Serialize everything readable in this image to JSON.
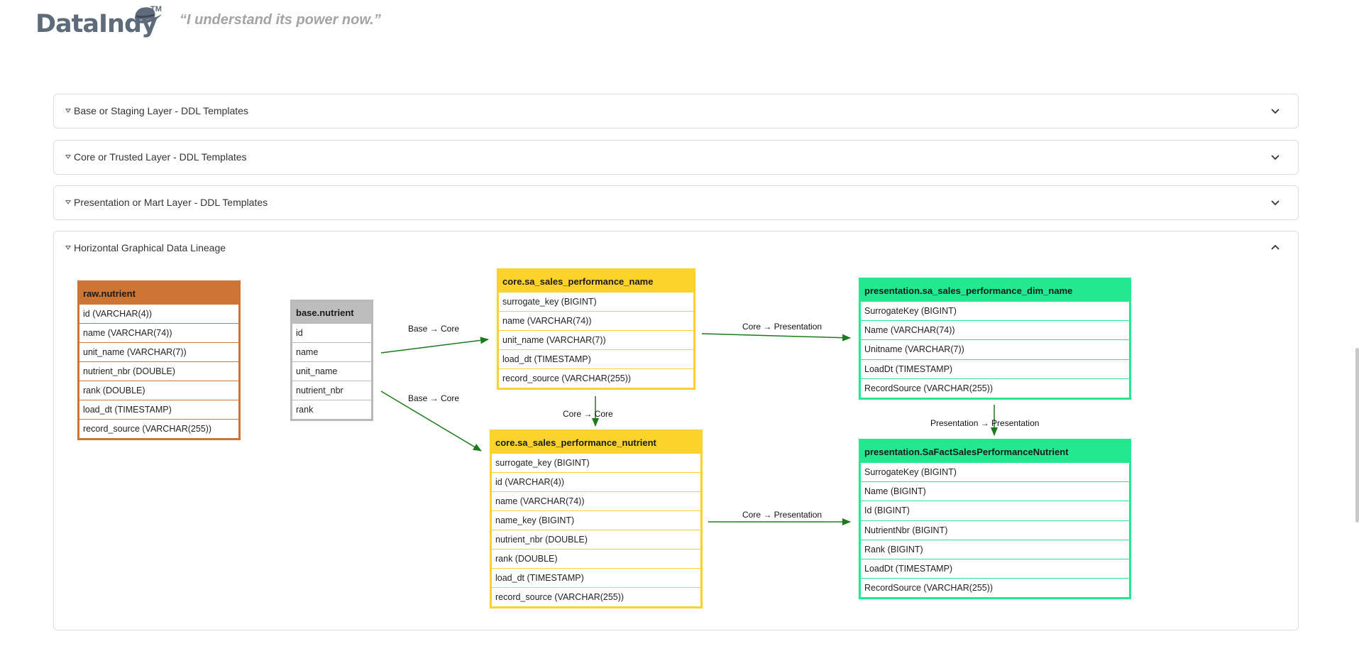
{
  "brand": {
    "logo_text": "DataIndy",
    "trademark": "TM",
    "tagline": "“I understand its power now.”"
  },
  "accordions": [
    {
      "title": "Base or Staging Layer - DDL Templates",
      "expanded": false
    },
    {
      "title": "Core or Trusted Layer - DDL Templates",
      "expanded": false
    },
    {
      "title": "Presentation or Mart Layer - DDL Templates",
      "expanded": false
    },
    {
      "title": "Horizontal Graphical Data Lineage",
      "expanded": true
    }
  ],
  "lineage": {
    "tables": {
      "raw": {
        "name": "raw.nutrient",
        "color": "#cc7535",
        "columns": [
          "id (VARCHAR(4))",
          "name (VARCHAR(74))",
          "unit_name (VARCHAR(7))",
          "nutrient_nbr (DOUBLE)",
          "rank (DOUBLE)",
          "load_dt (TIMESTAMP)",
          "record_source (VARCHAR(255))"
        ]
      },
      "base": {
        "name": "base.nutrient",
        "color": "#bdbdbd",
        "columns": [
          "id",
          "name",
          "unit_name",
          "nutrient_nbr",
          "rank"
        ]
      },
      "core_name": {
        "name": "core.sa_sales_performance_name",
        "color": "#fdd32b",
        "columns": [
          "surrogate_key (BIGINT)",
          "name (VARCHAR(74))",
          "unit_name (VARCHAR(7))",
          "load_dt (TIMESTAMP)",
          "record_source (VARCHAR(255))"
        ]
      },
      "core_nutrient": {
        "name": "core.sa_sales_performance_nutrient",
        "color": "#fdd32b",
        "columns": [
          "surrogate_key (BIGINT)",
          "id (VARCHAR(4))",
          "name (VARCHAR(74))",
          "name_key (BIGINT)",
          "nutrient_nbr (DOUBLE)",
          "rank (DOUBLE)",
          "load_dt (TIMESTAMP)",
          "record_source (VARCHAR(255))"
        ]
      },
      "pres_dim": {
        "name": "presentation.sa_sales_performance_dim_name",
        "color": "#23e890",
        "columns": [
          "SurrogateKey (BIGINT)",
          "Name (VARCHAR(74))",
          "Unitname (VARCHAR(7))",
          "LoadDt (TIMESTAMP)",
          "RecordSource (VARCHAR(255))"
        ]
      },
      "pres_fact": {
        "name": "presentation.SaFactSalesPerformanceNutrient",
        "color": "#23e890",
        "columns": [
          "SurrogateKey (BIGINT)",
          "Name (BIGINT)",
          "Id (BIGINT)",
          "NutrientNbr (BIGINT)",
          "Rank (BIGINT)",
          "LoadDt (TIMESTAMP)",
          "RecordSource (VARCHAR(255))"
        ]
      }
    },
    "edges": [
      {
        "from": "base",
        "to": "core_name",
        "label": "Base → Core"
      },
      {
        "from": "base",
        "to": "core_nutrient",
        "label": "Base → Core"
      },
      {
        "from": "core_name",
        "to": "core_nutrient",
        "label": "Core → Core"
      },
      {
        "from": "core_name",
        "to": "pres_dim",
        "label": "Core → Presentation"
      },
      {
        "from": "core_nutrient",
        "to": "pres_fact",
        "label": "Core → Presentation"
      },
      {
        "from": "pres_dim",
        "to": "pres_fact",
        "label": "Presentation → Presentation"
      }
    ],
    "edge_color": "#1b7a1b"
  }
}
